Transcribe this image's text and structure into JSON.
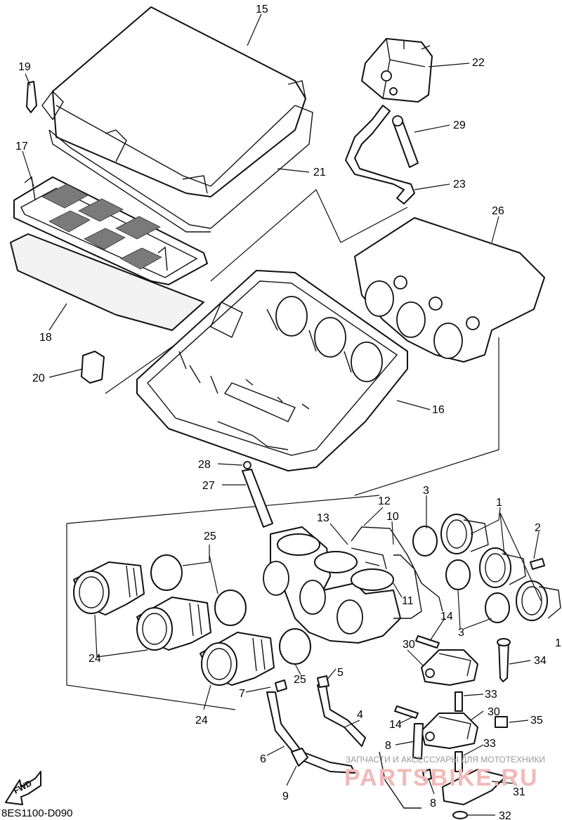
{
  "diagram_code": "8ES1100-D090",
  "fwd_label": "FWD",
  "watermark": {
    "line1": "ЗАПЧАСТИ И АКСЕССУАРЫ ДЛЯ МОТОТЕХНИКИ",
    "line2": "PARTSBIKE.RU"
  },
  "callouts": {
    "n1": "1",
    "n1b": "1",
    "n2": "2",
    "n3": "3",
    "n3b": "3",
    "n4": "4",
    "n5": "5",
    "n6": "6",
    "n7": "7",
    "n8": "8",
    "n8b": "8",
    "n9": "9",
    "n10": "10",
    "n11": "11",
    "n12": "12",
    "n13": "13",
    "n14": "14",
    "n14b": "14",
    "n15": "15",
    "n16": "16",
    "n17": "17",
    "n18": "18",
    "n19": "19",
    "n20": "20",
    "n21": "21",
    "n22": "22",
    "n23": "23",
    "n24": "24",
    "n24b": "24",
    "n25": "25",
    "n25b": "25",
    "n26": "26",
    "n27": "27",
    "n28": "28",
    "n29": "29",
    "n30": "30",
    "n30b": "30",
    "n31": "31",
    "n32": "32",
    "n33": "33",
    "n33b": "33",
    "n34": "34",
    "n35": "35"
  }
}
